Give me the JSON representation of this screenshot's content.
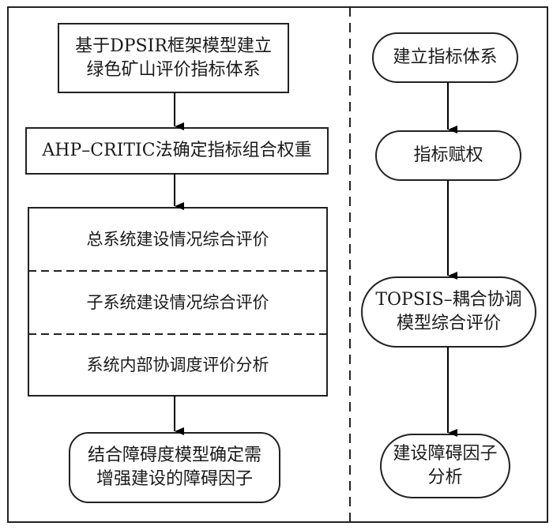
{
  "diagram": {
    "type": "flowchart",
    "left_column": {
      "steps": [
        {
          "id": "step1",
          "shape": "rectangle",
          "text": "基于DPSIR框架模型建立\n绿色矿山评价指标体系"
        },
        {
          "id": "step2",
          "shape": "rectangle",
          "text": "AHP–CRITIC法确定指标组合权重"
        },
        {
          "id": "step3",
          "shape": "rectangle-sectioned",
          "sections": [
            "总系统建设情况综合评价",
            "子系统建设情况综合评价",
            "系统内部协调度评价分析"
          ]
        },
        {
          "id": "step4",
          "shape": "rounded",
          "text": "结合障碍度模型确定需\n增强建设的障碍因子"
        }
      ]
    },
    "right_column": {
      "steps": [
        {
          "id": "r1",
          "shape": "terminal",
          "text": "建立指标体系"
        },
        {
          "id": "r2",
          "shape": "terminal",
          "text": "指标赋权"
        },
        {
          "id": "r3",
          "shape": "terminal",
          "text": "TOPSIS–耦合协调\n模型综合评价"
        },
        {
          "id": "r4",
          "shape": "terminal",
          "text": "建设障碍因子\n分析"
        }
      ]
    },
    "edges": [
      {
        "from": "step1",
        "to": "step2"
      },
      {
        "from": "step2",
        "to": "step3"
      },
      {
        "from": "step3",
        "to": "step4"
      },
      {
        "from": "r1",
        "to": "r2"
      },
      {
        "from": "r2",
        "to": "r3"
      },
      {
        "from": "r3",
        "to": "r4"
      }
    ]
  }
}
